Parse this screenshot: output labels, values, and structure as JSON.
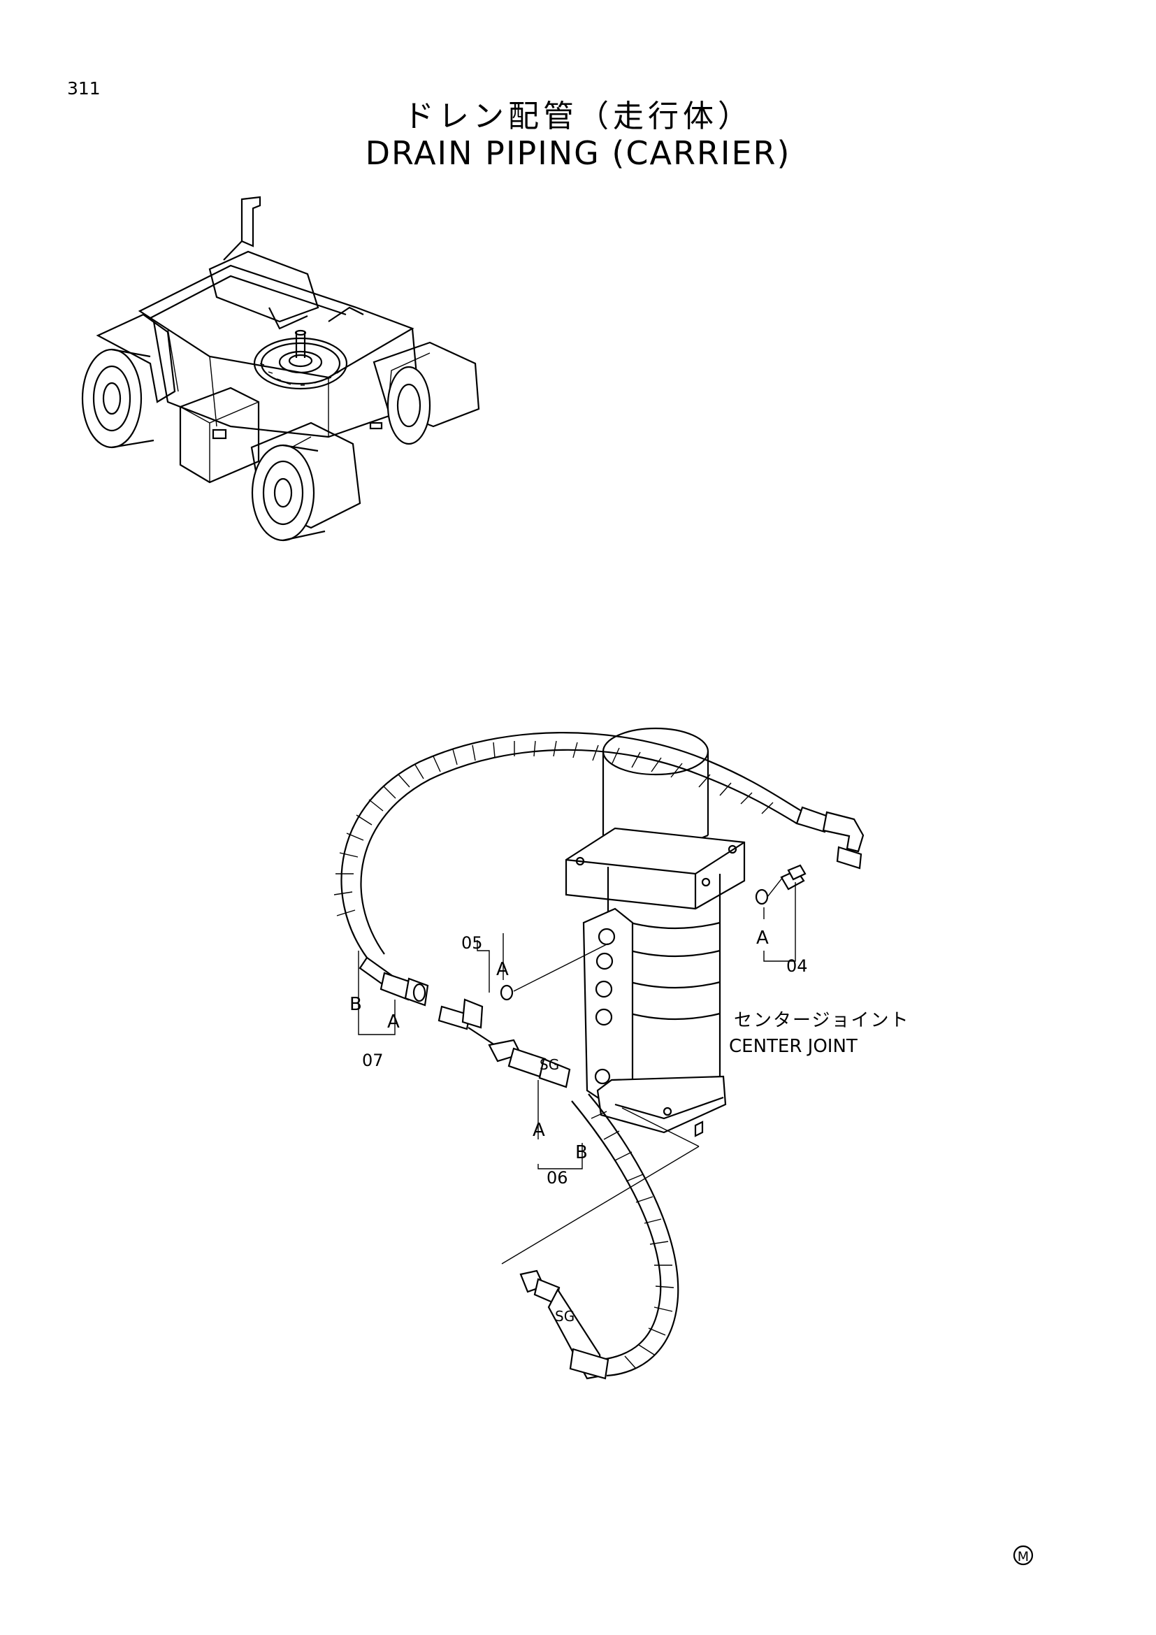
{
  "page": {
    "number": "311"
  },
  "title": {
    "japanese": "ドレン配管（走行体）",
    "english": "DRAIN PIPING (CARRIER)"
  },
  "callouts": {
    "part_04": "04",
    "part_05": "05",
    "part_06": "06",
    "part_07": "07",
    "letter_a": "A",
    "letter_b": "B",
    "sg": "SG"
  },
  "component_label": {
    "japanese": "センタージョイント",
    "english": "CENTER JOINT"
  },
  "marks": {
    "circled_m": "M"
  }
}
